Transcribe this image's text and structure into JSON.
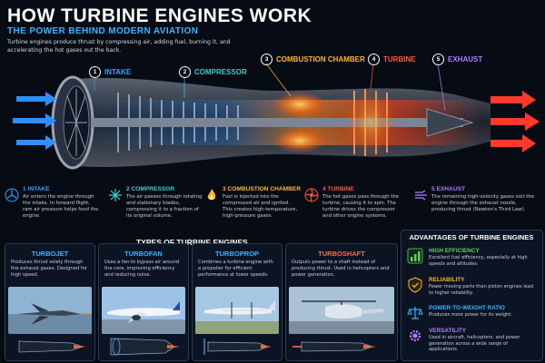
{
  "header": {
    "title": "HOW TURBINE ENGINES WORK",
    "subtitle": "THE POWER BEHIND MODERN AVIATION",
    "intro": "Turbine engines produce thrust by compressing air, adding fuel, burning it, and accelerating the hot gases out the back."
  },
  "stages": [
    {
      "num": "1",
      "label": "INTAKE",
      "color": "#2fa8ff"
    },
    {
      "num": "2",
      "label": "COMPRESSOR",
      "color": "#35d3c6"
    },
    {
      "num": "3",
      "label": "COMBUSTION CHAMBER",
      "color": "#ffb52e"
    },
    {
      "num": "4",
      "label": "TURBINE",
      "color": "#ff5a3a"
    },
    {
      "num": "5",
      "label": "EXHAUST",
      "color": "#b07cff"
    }
  ],
  "stage_details": [
    {
      "title": "1 INTAKE",
      "desc": "Air enters the engine through the intake. In forward flight, ram air pressure helps feed the engine.",
      "icon": "fan-icon",
      "color": "#2fa8ff"
    },
    {
      "title": "2 COMPRESSOR",
      "desc": "The air passes through rotating and stationary blades, compressing it to a fraction of its original volume.",
      "icon": "compressor-blades-icon",
      "color": "#35d3c6"
    },
    {
      "title": "3 COMBUSTION CHAMBER",
      "desc": "Fuel is injected into the compressed air and ignited. This creates high-temperature, high-pressure gases.",
      "icon": "flame-icon",
      "color": "#ffb52e"
    },
    {
      "title": "4 TURBINE",
      "desc": "The hot gases pass through the turbine, causing it to spin. The turbine drives the compressor and other engine systems.",
      "icon": "turbine-icon",
      "color": "#ff5a3a"
    },
    {
      "title": "5 EXHAUST",
      "desc": "The remaining high-velocity gases exit the engine through the exhaust nozzle, producing thrust (Newton's Third Law).",
      "icon": "exhaust-icon",
      "color": "#b07cff"
    }
  ],
  "types": {
    "title": "TYPES OF TURBINE ENGINES",
    "items": [
      {
        "name": "TURBOJET",
        "desc": "Produces thrust solely through the exhaust gases. Designed for high speed.",
        "color": "#39b4ff",
        "image": "fighter-jet-image"
      },
      {
        "name": "TURBOFAN",
        "desc": "Uses a fan to bypass air around the core, improving efficiency and reducing noise.",
        "color": "#39b4ff",
        "image": "airliner-image"
      },
      {
        "name": "TURBOPROP",
        "desc": "Combines a turbine engine with a propeller for efficient performance at lower speeds.",
        "color": "#39b4ff",
        "image": "turboprop-plane-image"
      },
      {
        "name": "TURBOSHAFT",
        "desc": "Outputs power to a shaft instead of producing thrust. Used in helicopters and power generation.",
        "color": "#ff6a4a",
        "image": "helicopter-image"
      }
    ]
  },
  "advantages": {
    "title": "ADVANTAGES OF TURBINE ENGINES",
    "items": [
      {
        "title": "HIGH EFFICIENCY",
        "desc": "Excellent fuel efficiency, especially at high speeds and altitudes.",
        "color": "#5fd35a",
        "icon": "bar-chart-icon"
      },
      {
        "title": "RELIABILITY",
        "desc": "Fewer moving parts than piston engines lead to higher reliability.",
        "color": "#ffb52e",
        "icon": "shield-icon"
      },
      {
        "title": "POWER-TO-WEIGHT RATIO",
        "desc": "Produces more power for its weight.",
        "color": "#39b4ff",
        "icon": "scale-icon"
      },
      {
        "title": "VERSATILITY",
        "desc": "Used in aircraft, helicopters, and power generation across a wide range of applications.",
        "color": "#b07cff",
        "icon": "gear-icon"
      }
    ]
  }
}
